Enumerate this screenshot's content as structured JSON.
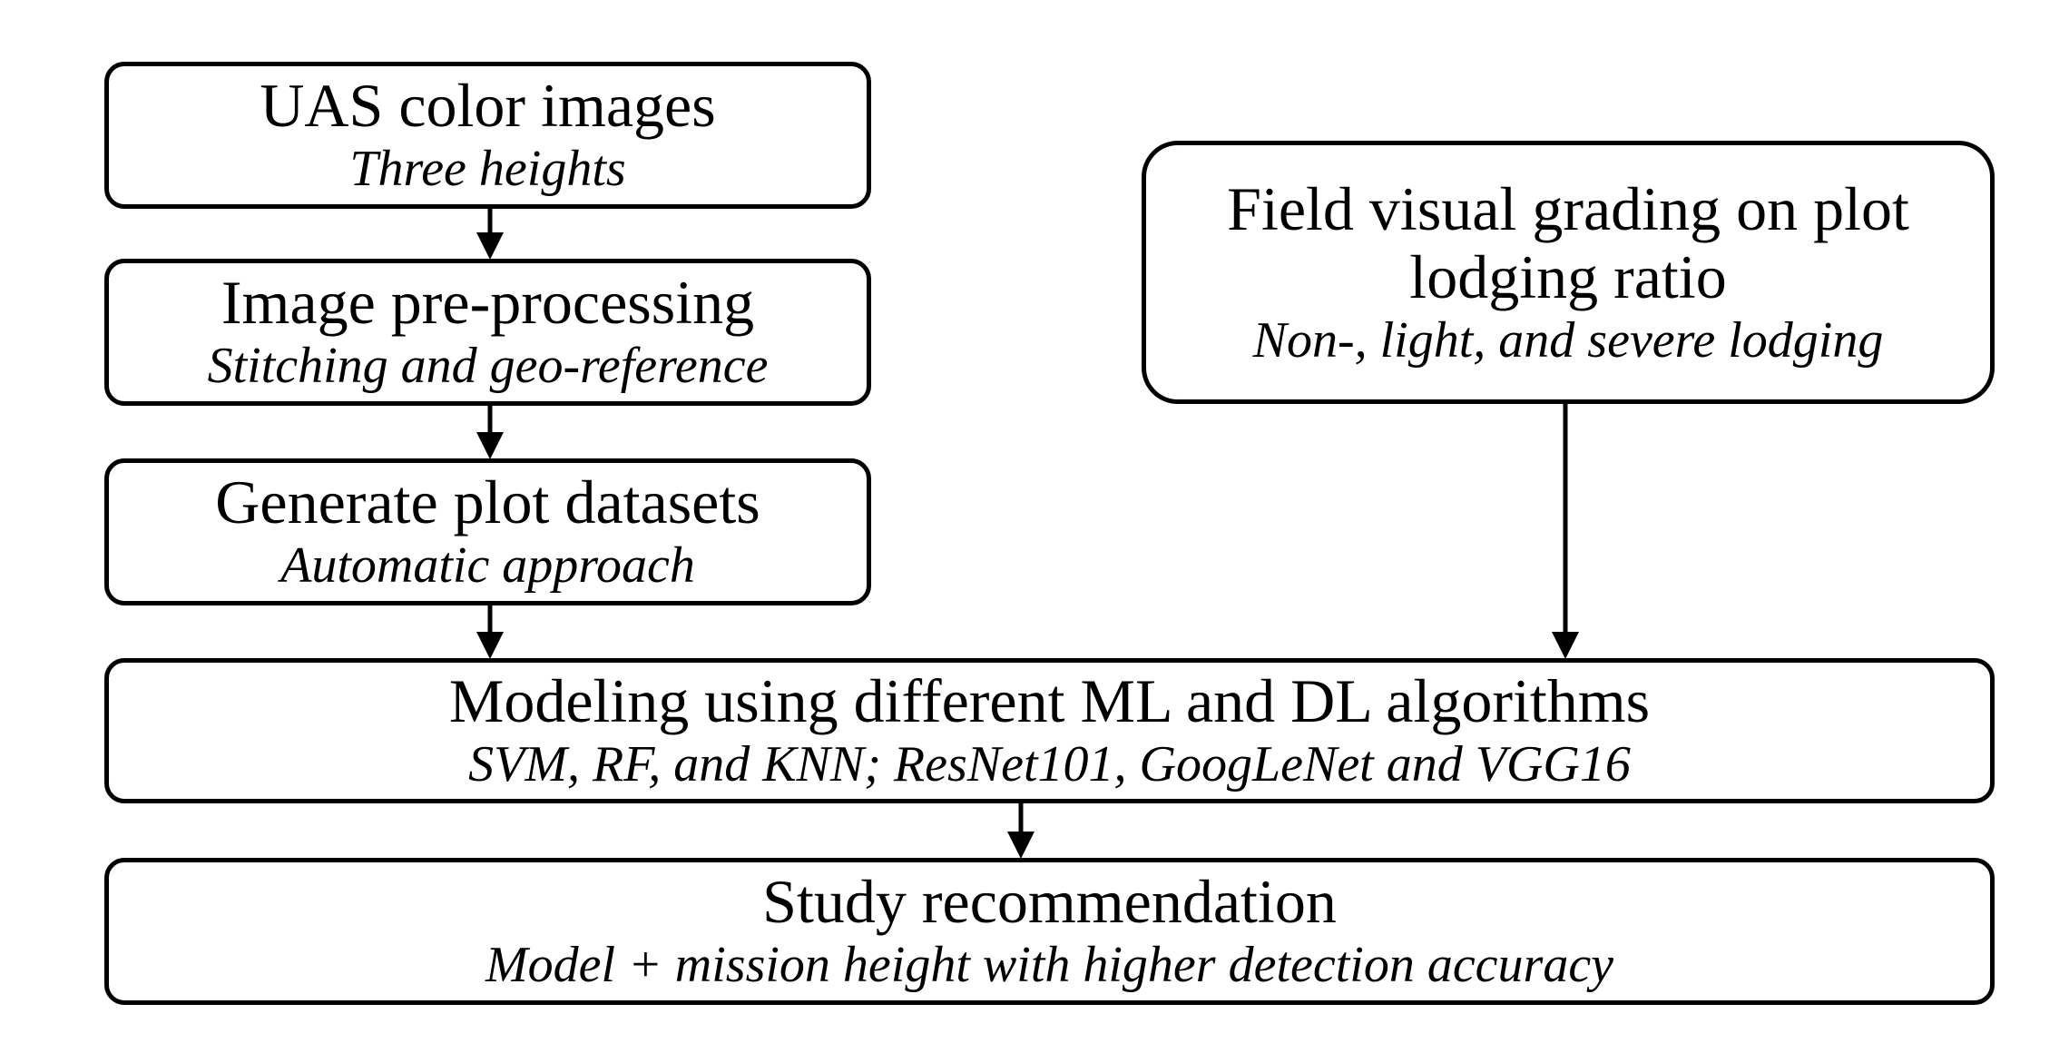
{
  "boxes": {
    "uas_images": {
      "title": "UAS color images",
      "subtitle": "Three heights"
    },
    "preprocessing": {
      "title": "Image pre-processing",
      "subtitle": "Stitching and geo-reference"
    },
    "plot_datasets": {
      "title": "Generate plot datasets",
      "subtitle": "Automatic approach"
    },
    "field_grading": {
      "title": "Field visual grading on plot lodging ratio",
      "subtitle": "Non-, light, and severe lodging"
    },
    "modeling": {
      "title": "Modeling using different ML and DL algorithms",
      "subtitle": "SVM, RF, and KNN; ResNet101, GoogLeNet and VGG16"
    },
    "recommendation": {
      "title": "Study recommendation",
      "subtitle": "Model + mission height with higher detection accuracy"
    }
  },
  "connections": [
    {
      "from": "uas_images",
      "to": "preprocessing"
    },
    {
      "from": "preprocessing",
      "to": "plot_datasets"
    },
    {
      "from": "plot_datasets",
      "to": "modeling"
    },
    {
      "from": "field_grading",
      "to": "modeling"
    },
    {
      "from": "modeling",
      "to": "recommendation"
    }
  ]
}
